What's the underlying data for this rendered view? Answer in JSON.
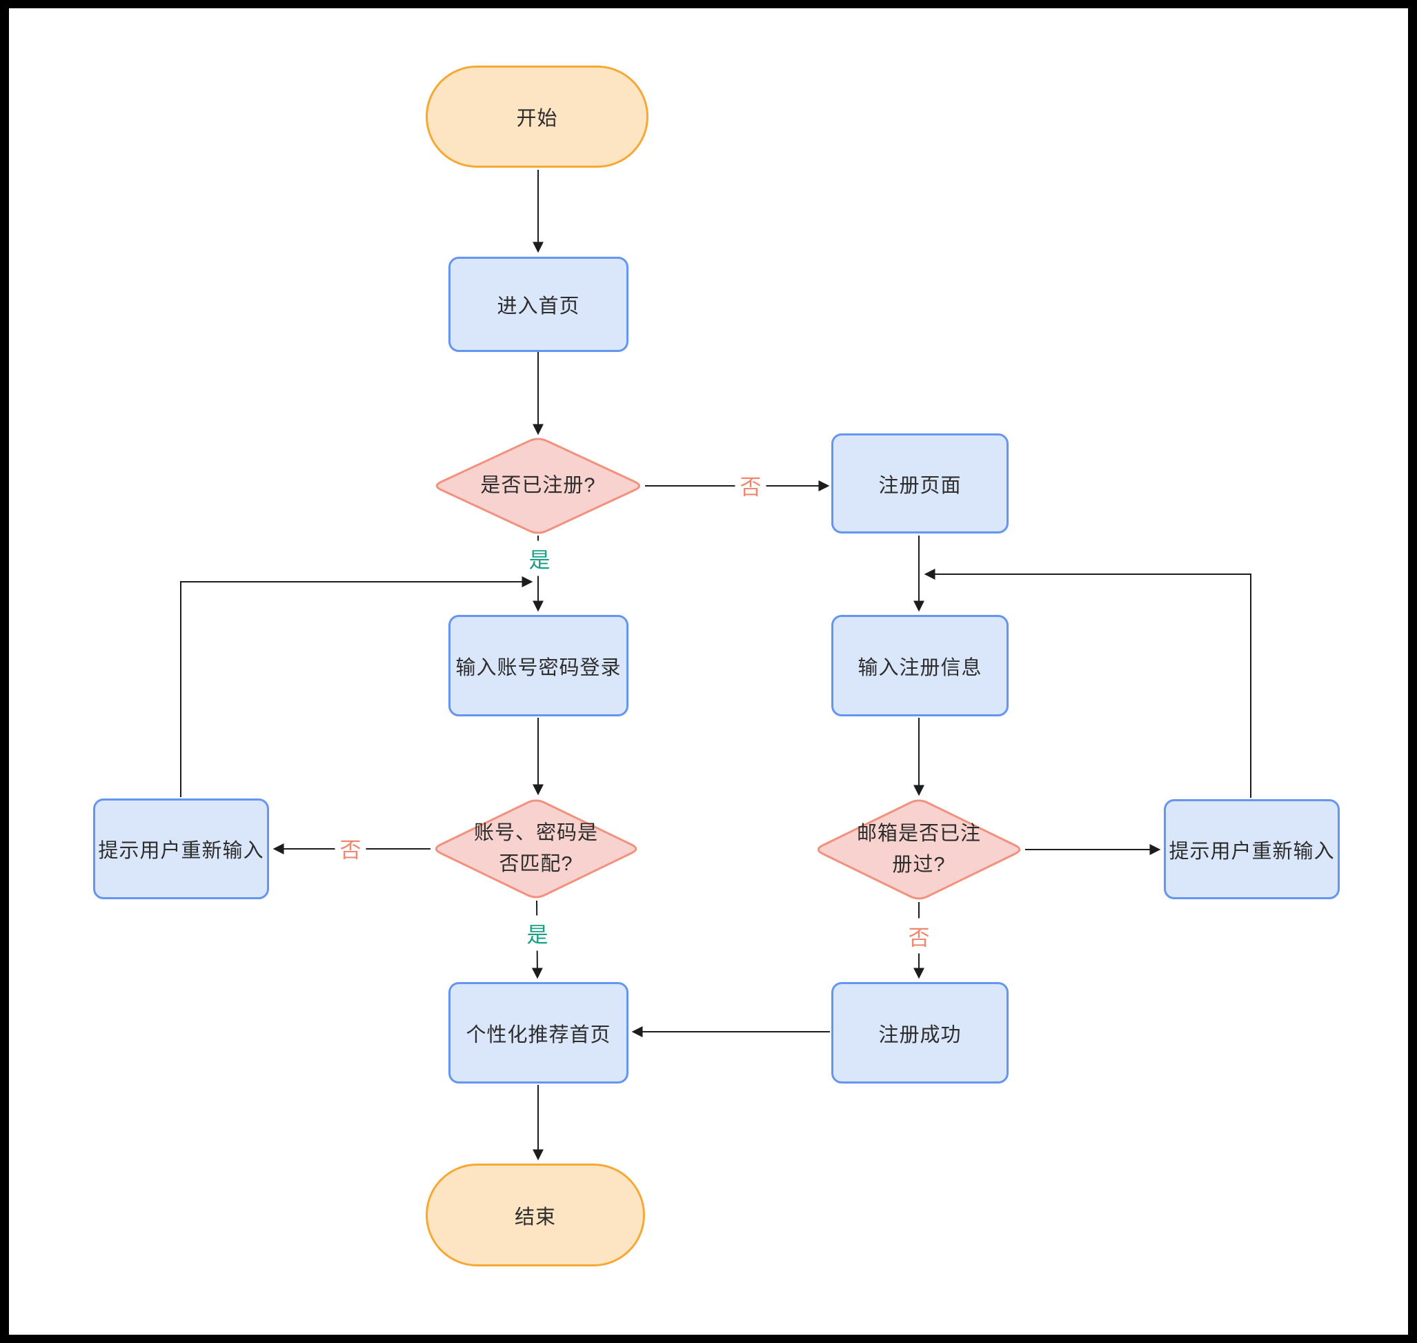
{
  "diagram": {
    "type": "flowchart",
    "language": "zh-CN",
    "nodes": {
      "start": {
        "label": "开始",
        "shape": "terminal"
      },
      "enter_home": {
        "label": "进入首页",
        "shape": "process"
      },
      "is_registered": {
        "label": "是否已注册?",
        "shape": "decision"
      },
      "register_page": {
        "label": "注册页面",
        "shape": "process"
      },
      "login_input": {
        "label": "输入账号密码登录",
        "shape": "process"
      },
      "register_info": {
        "label": "输入注册信息",
        "shape": "process"
      },
      "match_check": {
        "label": "账号、密码是否匹配?",
        "lines": [
          "账号、密码是",
          "否匹配?"
        ],
        "shape": "decision"
      },
      "email_check": {
        "label": "邮箱是否已注册过?",
        "lines": [
          "邮箱是否已注",
          "册过?"
        ],
        "shape": "decision"
      },
      "left_prompt": {
        "label": "提示用户重新输入",
        "shape": "process"
      },
      "right_prompt": {
        "label": "提示用户重新输入",
        "shape": "process"
      },
      "personalized_home": {
        "label": "个性化推荐首页",
        "shape": "process"
      },
      "register_success": {
        "label": "注册成功",
        "shape": "process"
      },
      "end": {
        "label": "结束",
        "shape": "terminal"
      }
    },
    "edge_labels": {
      "d1_no": "否",
      "d1_yes": "是",
      "d2_no": "否",
      "d2_yes": "是",
      "d3_no": "否"
    }
  },
  "colors": {
    "process_fill": "#DAE6F9",
    "process_border": "#6495F0",
    "terminal_fill": "#FDE5C4",
    "terminal_border": "#F6A832",
    "decision_fill": "#F8D2CE",
    "decision_border": "#F2917D",
    "yes_label": "#18A086",
    "no_label": "#F0876F",
    "line": "#1c1c1c"
  }
}
